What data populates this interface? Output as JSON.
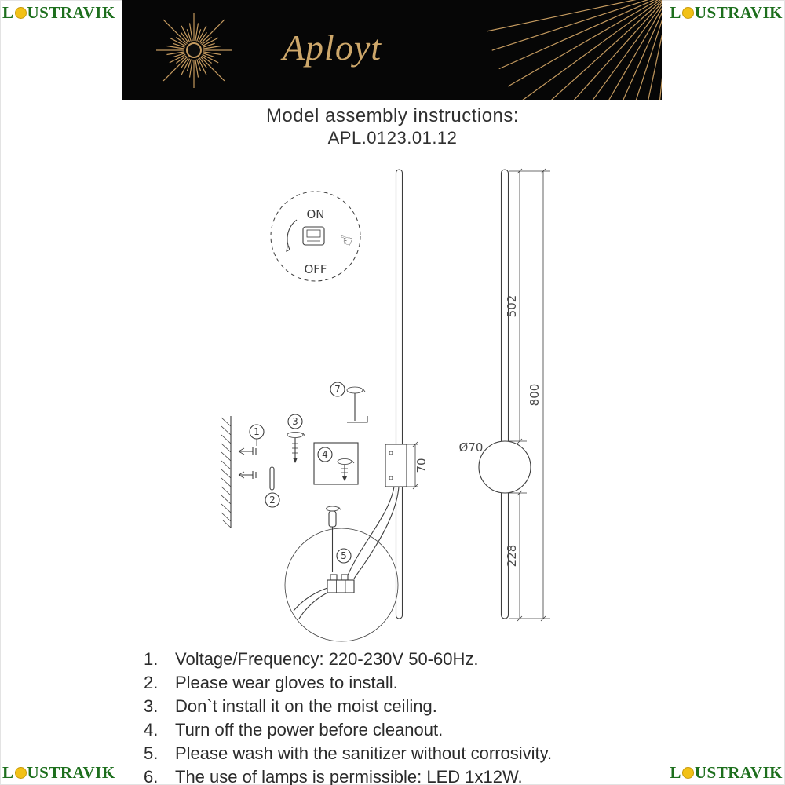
{
  "watermark": {
    "prefix": "L",
    "suffix": "USTRAVIK"
  },
  "banner": {
    "brand": "Aployt"
  },
  "header": {
    "title": "Model assembly instructions:",
    "model": "APL.0123.01.12"
  },
  "diagram": {
    "switch_on": "ON",
    "switch_off": "OFF",
    "callouts": {
      "c1": "1",
      "c2": "2",
      "c3": "3",
      "c4": "4",
      "c5": "5",
      "c7": "7"
    },
    "dimensions": {
      "bar_upper": "502",
      "bar_total": "800",
      "bar_lower": "228",
      "plate": "70",
      "diameter": "Ø70"
    }
  },
  "instructions": {
    "items": [
      {
        "num": "1.",
        "text": "Voltage/Frequency: 220-230V 50-60Hz."
      },
      {
        "num": "2.",
        "text": "Please wear gloves to install."
      },
      {
        "num": "3.",
        "text": "Don`t install it on the moist ceiling."
      },
      {
        "num": "4.",
        "text": "Turn off the power before cleanout."
      },
      {
        "num": "5.",
        "text": "Please wash with the sanitizer without corrosivity."
      },
      {
        "num": "6.",
        "text": "The use of lamps is permissible: LED 1x12W."
      }
    ]
  }
}
